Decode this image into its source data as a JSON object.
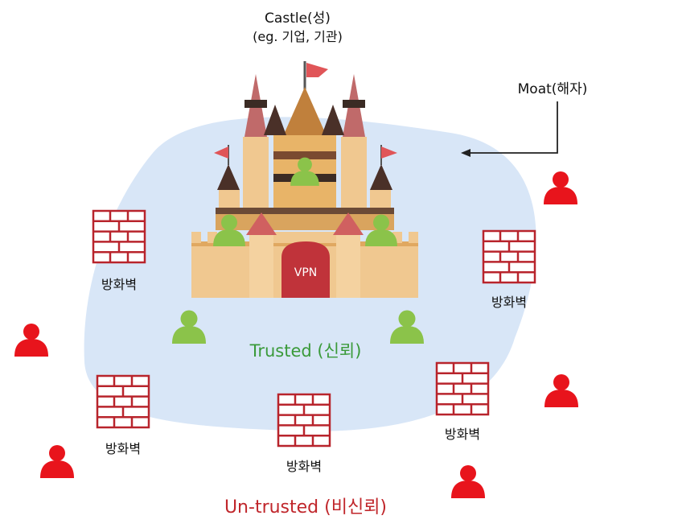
{
  "labels": {
    "castle": "Castle(성)",
    "castle_example": "(eg. 기업, 기관)",
    "moat": "Moat(해자)",
    "trusted": "Trusted (신뢰)",
    "untrusted": "Un-trusted (비신뢰)",
    "vpn": "VPN",
    "firewall": "방화벽"
  },
  "colors": {
    "moat_fill": "#d8e6f7",
    "firewall_stroke": "#b8242c",
    "trusted_user": "#8bc34a",
    "untrusted_user": "#e8141c",
    "trusted_text": "#3a9a3a",
    "untrusted_text": "#c0262b"
  }
}
